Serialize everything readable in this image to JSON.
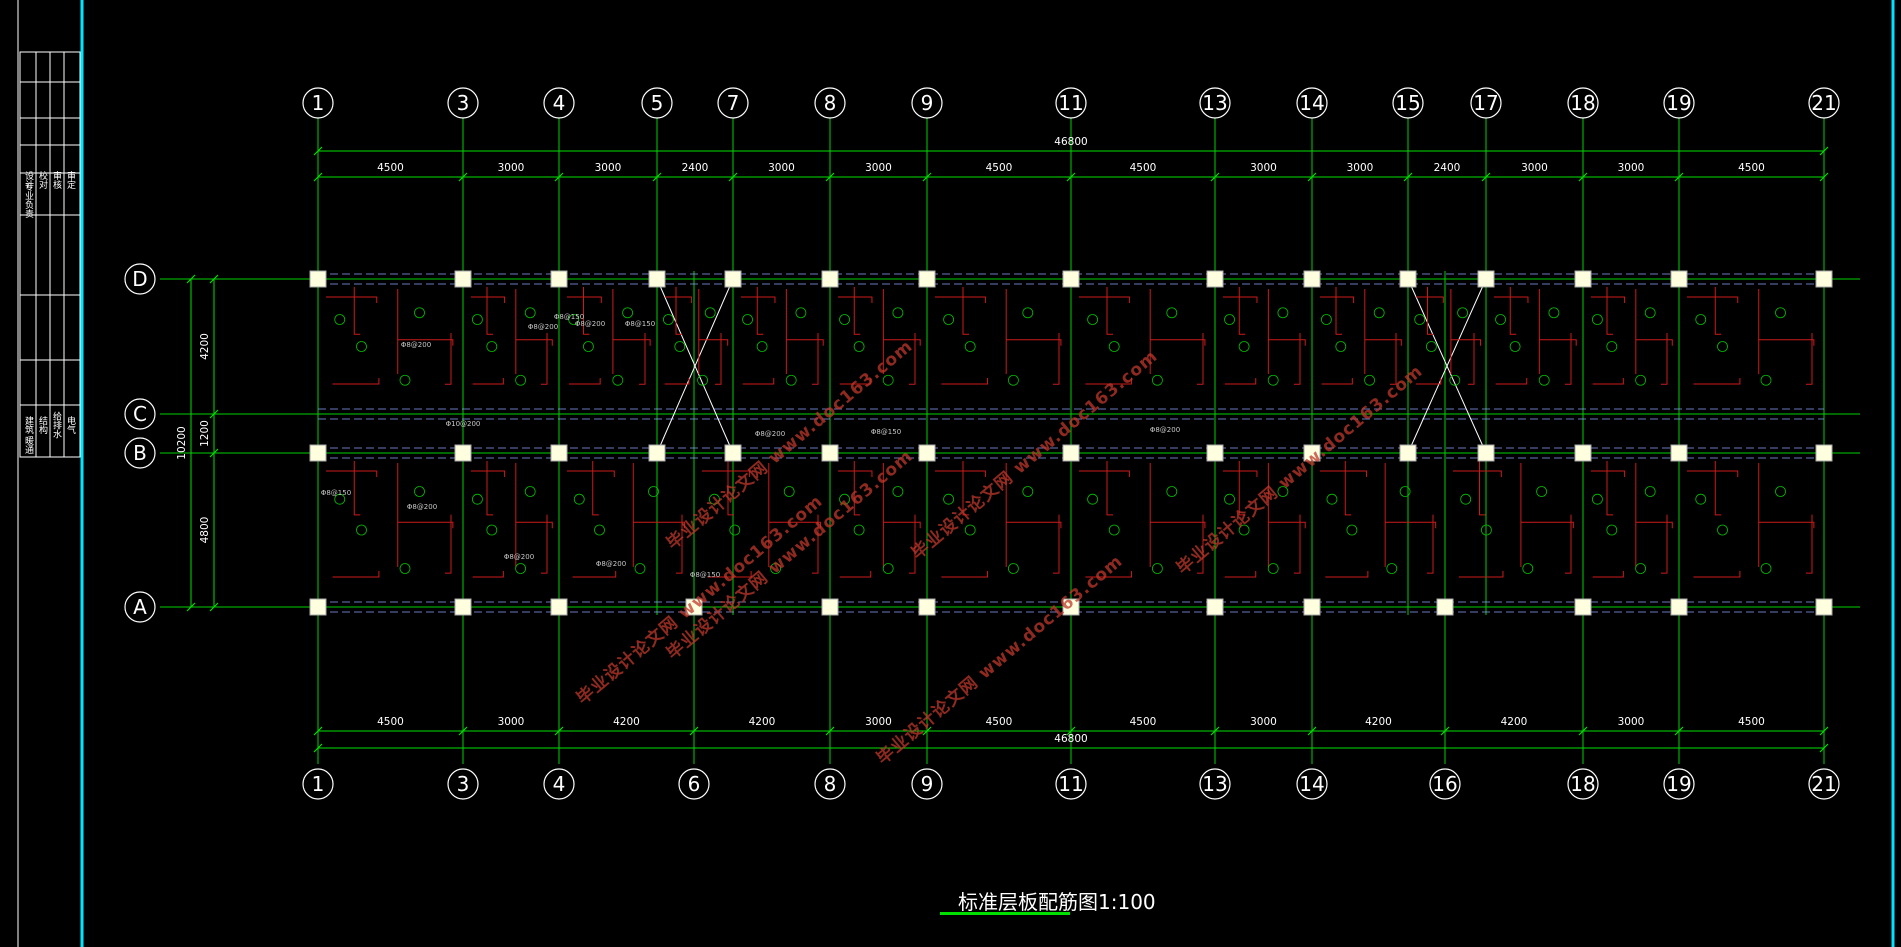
{
  "title_block": {
    "labels_upper": [
      "设计",
      "校对",
      "审核",
      "审定",
      "专业负责"
    ],
    "labels_lower": [
      "建筑",
      "结构",
      "给排水",
      "电气",
      "暖通"
    ]
  },
  "drawing": {
    "caption": "标准层板配筋图",
    "scale": "1:100",
    "top_axes": [
      "1",
      "3",
      "4",
      "5",
      "7",
      "8",
      "9",
      "11",
      "13",
      "14",
      "15",
      "17",
      "18",
      "19",
      "21"
    ],
    "bottom_axes": [
      "1",
      "3",
      "4",
      "6",
      "8",
      "9",
      "11",
      "13",
      "14",
      "16",
      "18",
      "19",
      "21"
    ],
    "row_axes": [
      "D",
      "C",
      "B",
      "A"
    ],
    "top_spans": [
      "4500",
      "3000",
      "3000",
      "2400",
      "3000",
      "3000",
      "4500",
      "4500",
      "3000",
      "3000",
      "2400",
      "3000",
      "3000",
      "4500"
    ],
    "bottom_spans": [
      "4500",
      "3000",
      "4200",
      "4200",
      "3000",
      "4500",
      "4500",
      "3000",
      "4200",
      "4200",
      "3000",
      "4500"
    ],
    "overall_length": "46800",
    "row_spans": [
      "4200",
      "1200",
      "4800"
    ],
    "overall_width": "10200",
    "rebar_notes": [
      "Φ8@150",
      "Φ8@200",
      "Φ8@200",
      "Φ10@200",
      "Φ8@200",
      "Φ8@150",
      "Φ8@200",
      "Φ8@200",
      "Φ8@150",
      "Φ8@200",
      "Φ8@150",
      "Φ8@200",
      "Φ8@150",
      "Φ8@200"
    ],
    "watermark": "毕业设计论文网 www.doc163.com"
  },
  "colors": {
    "background": "#000000",
    "axis_line": "#00d000",
    "dimension_line": "#00e000",
    "rebar": "#cc1a1a",
    "column": "#ffffe0",
    "frame": "#00e5ff",
    "text": "#ffffff"
  }
}
